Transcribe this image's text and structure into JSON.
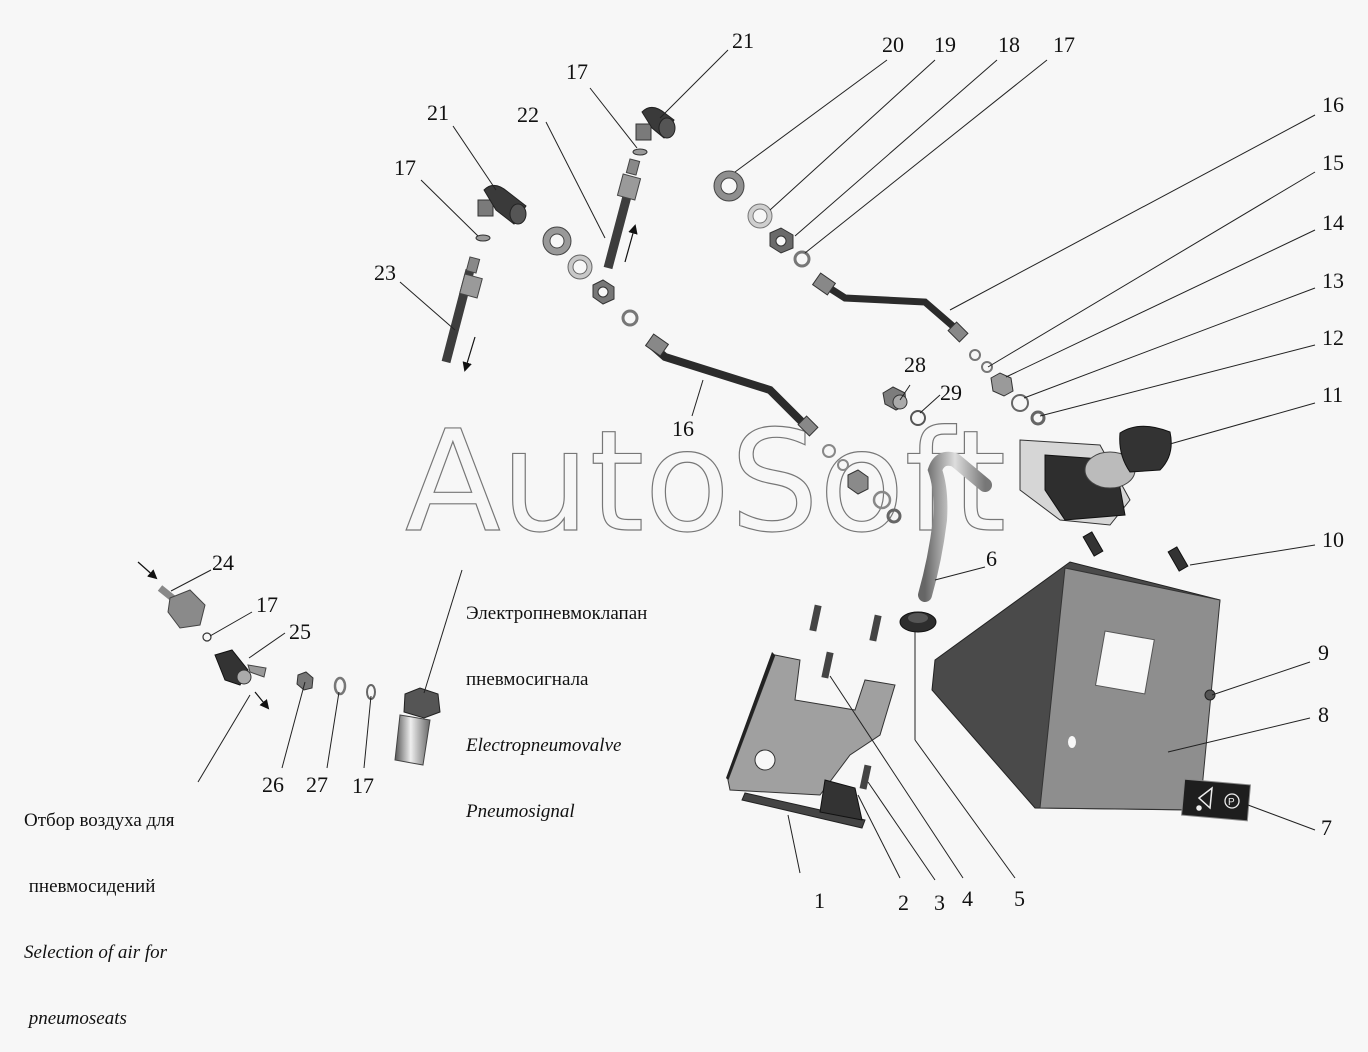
{
  "diagram": {
    "watermark": "AutoSoft",
    "colors": {
      "background": "#f7f7f7",
      "dark_part": "#3a3a3a",
      "mid_part": "#8c8c8c",
      "light_part": "#c4c4c4",
      "line": "#222222"
    },
    "callouts": [
      {
        "id": "c1",
        "label": "1"
      },
      {
        "id": "c2",
        "label": "2"
      },
      {
        "id": "c3",
        "label": "3"
      },
      {
        "id": "c4",
        "label": "4"
      },
      {
        "id": "c5",
        "label": "5"
      },
      {
        "id": "c6",
        "label": "6"
      },
      {
        "id": "c7",
        "label": "7"
      },
      {
        "id": "c8",
        "label": "8"
      },
      {
        "id": "c9",
        "label": "9"
      },
      {
        "id": "c10",
        "label": "10"
      },
      {
        "id": "c11",
        "label": "11"
      },
      {
        "id": "c12",
        "label": "12"
      },
      {
        "id": "c13",
        "label": "13"
      },
      {
        "id": "c14",
        "label": "14"
      },
      {
        "id": "c15",
        "label": "15"
      },
      {
        "id": "c16a",
        "label": "16"
      },
      {
        "id": "c16b",
        "label": "16"
      },
      {
        "id": "c17a",
        "label": "17"
      },
      {
        "id": "c17b",
        "label": "17"
      },
      {
        "id": "c17c",
        "label": "17"
      },
      {
        "id": "c17d",
        "label": "17"
      },
      {
        "id": "c17e",
        "label": "17"
      },
      {
        "id": "c18",
        "label": "18"
      },
      {
        "id": "c19",
        "label": "19"
      },
      {
        "id": "c20",
        "label": "20"
      },
      {
        "id": "c21a",
        "label": "21"
      },
      {
        "id": "c21b",
        "label": "21"
      },
      {
        "id": "c22",
        "label": "22"
      },
      {
        "id": "c23",
        "label": "23"
      },
      {
        "id": "c24",
        "label": "24"
      },
      {
        "id": "c25",
        "label": "25"
      },
      {
        "id": "c26",
        "label": "26"
      },
      {
        "id": "c27",
        "label": "27"
      },
      {
        "id": "c28",
        "label": "28"
      },
      {
        "id": "c29",
        "label": "29"
      }
    ],
    "notes": {
      "air_selection": {
        "ru_line1": "Отбор воздуха для",
        "ru_line2": " пневмосидений",
        "en_line1": "Selection of air for",
        "en_line2": " pneumoseats"
      },
      "electropneumovalve": {
        "ru_line1": "Электропневмоклапан",
        "ru_line2": "пневмосигнала",
        "en_line1": "Electropneumovalve",
        "en_line2": "Pneumosignal"
      }
    },
    "label_plate": {
      "icon_left": "brake-circuit-icon",
      "icon_right": "parking-brake-icon",
      "text_right": "P"
    }
  }
}
